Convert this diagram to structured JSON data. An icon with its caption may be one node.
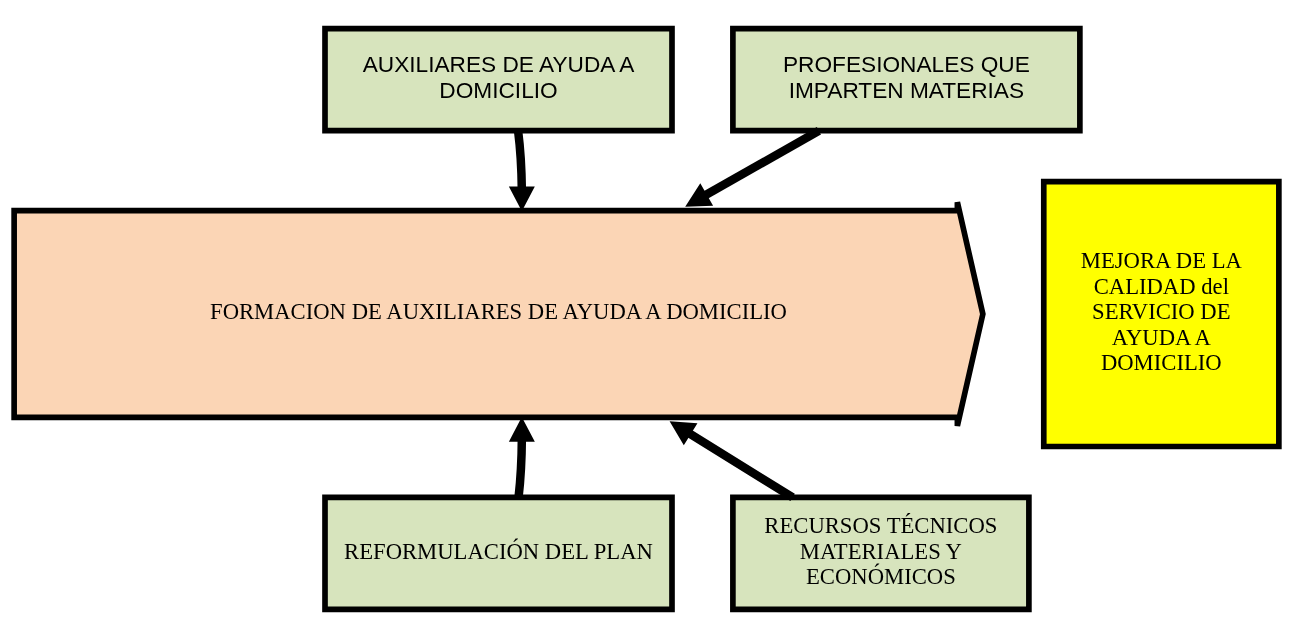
{
  "diagram": {
    "nodes": [
      {
        "text": [
          "AUXILIARES DE AYUDA A DOMICILIO"
        ]
      },
      {
        "text": [
          "PROFESIONALES QUE IMPARTEN MATERIAS"
        ]
      },
      {
        "text": [
          "FORMACION DE AUXILIARES DE AYUDA A DOMICILIO"
        ]
      },
      {
        "text": [
          "MEJORA DE LA CALIDAD del SERVICIO DE AYUDA A DOMICILIO"
        ]
      },
      {
        "text": [
          "REFORMULACIÓN DEL PLAN"
        ]
      },
      {
        "text": [
          "RECURSOS TÉCNICOS MATERIALES Y ECONÓMICOS"
        ]
      }
    ],
    "edges": [
      {
        "from": 0,
        "to": 2,
        "arrow": "to"
      },
      {
        "from": 1,
        "to": 2,
        "arrow": "to"
      },
      {
        "from": 4,
        "to": 2,
        "arrow": "to"
      },
      {
        "from": 5,
        "to": 2,
        "arrow": "to"
      }
    ]
  }
}
